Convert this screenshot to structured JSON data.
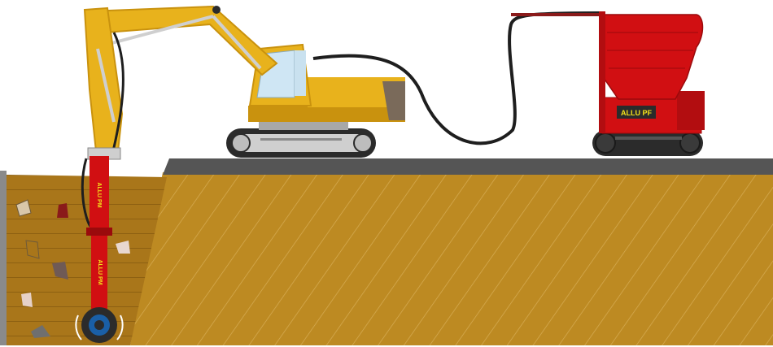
{
  "labels": {
    "feeder_badge": "ALLU PF",
    "mixer_upper": "ALLU PM",
    "mixer_lower": "ALLU PM"
  },
  "colors": {
    "sky": "#ffffff",
    "soil": "#bd8a22",
    "soil_dark": "#a9761a",
    "asphalt": "#555555",
    "excavator": "#e8b21c",
    "excavator_shade": "#c9920e",
    "feeder": "#d10f12",
    "feeder_dark": "#9a0a0c",
    "track": "#2b2b2b",
    "hose": "#1e1e1e",
    "badge_fill": "#f4e21a"
  },
  "icons": {
    "excavator": "excavator-icon",
    "pressure_feeder": "pressure-feeder-icon",
    "mixer": "power-mixer-icon"
  }
}
